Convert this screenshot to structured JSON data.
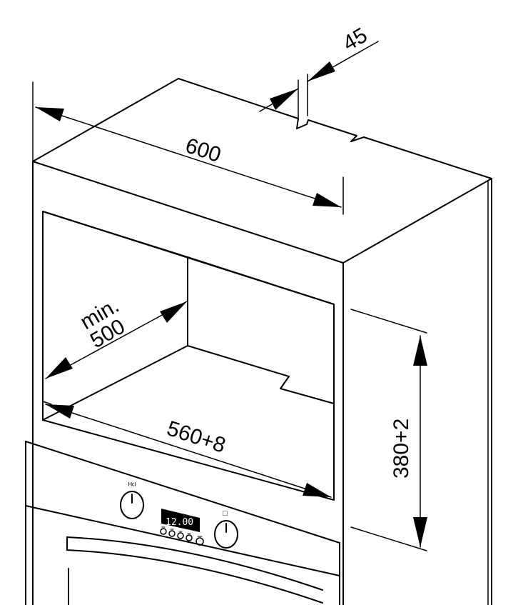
{
  "dimensions": {
    "width_top": "600",
    "rear_gap": "45",
    "depth_label_line1": "min.",
    "depth_label_line2": "500",
    "opening_width": "560+8",
    "opening_height": "380+2"
  },
  "oven": {
    "display_time": "12.00",
    "left_knob_label": "ᴴᶜᴵ",
    "right_knob_label": "□",
    "button_glyphs": "ȣȣȣȣ ȣ"
  }
}
